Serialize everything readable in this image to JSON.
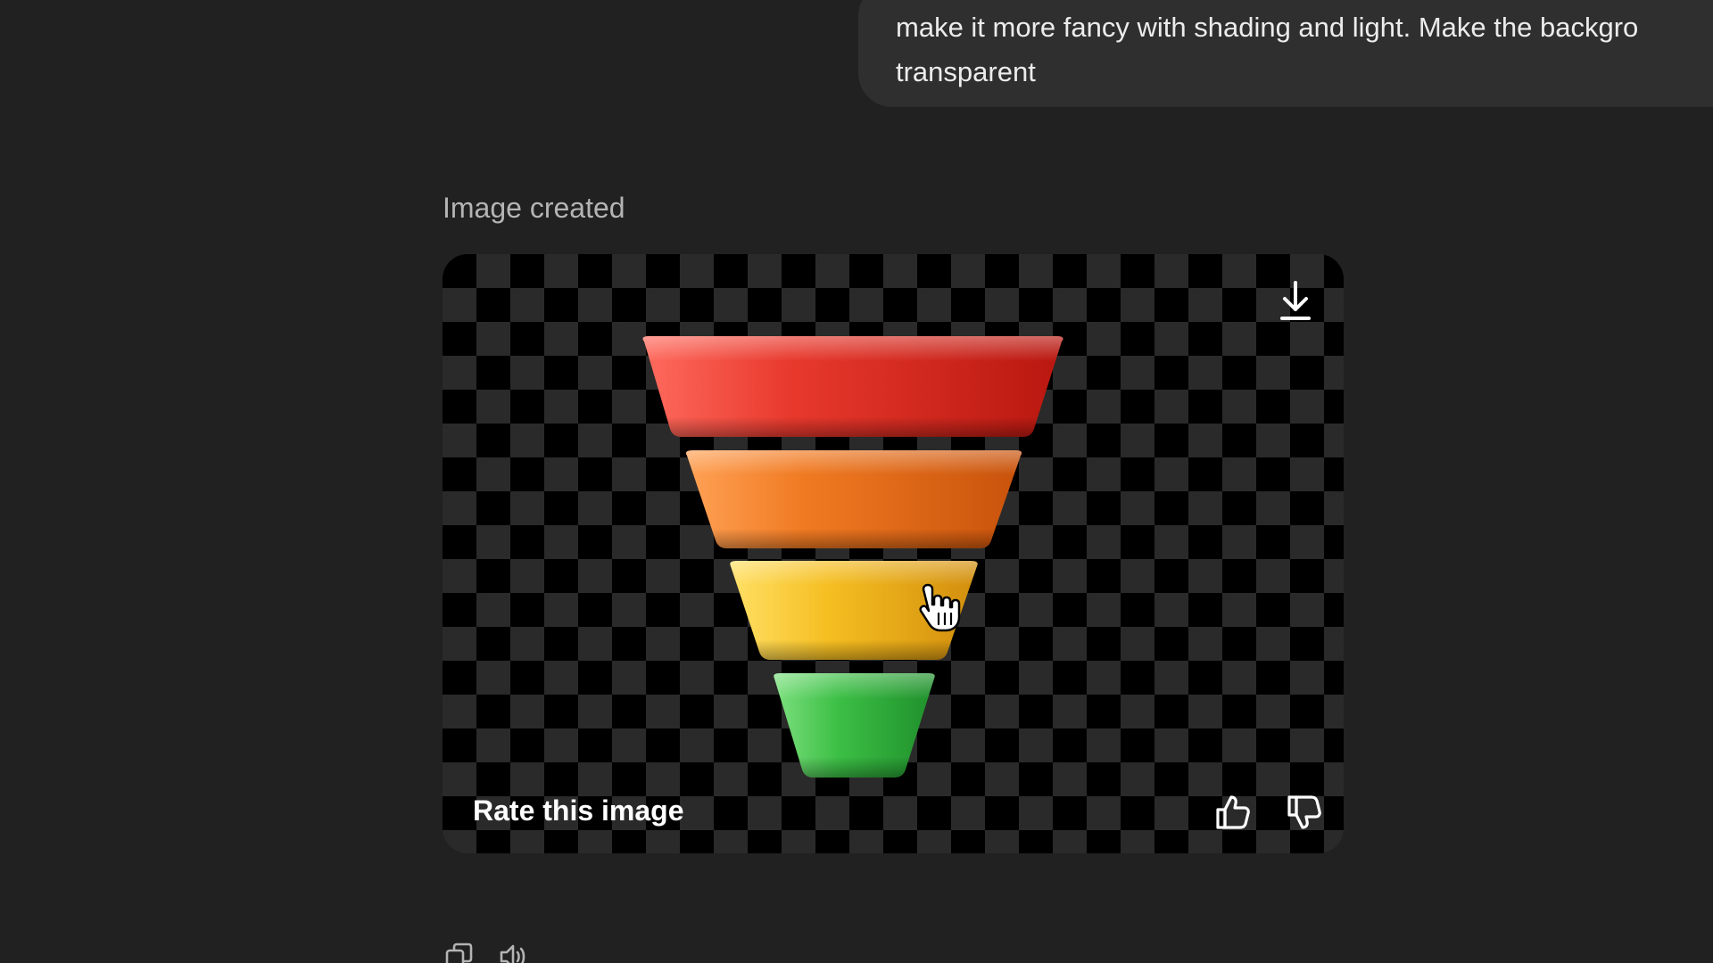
{
  "user_message": {
    "line1": "make it more fancy with shading and light. Make the backgro",
    "line2": "transparent"
  },
  "assistant": {
    "status": "Image created",
    "image_card": {
      "rate_label": "Rate this image",
      "funnel_colors": [
        "#e53a2f",
        "#ef7a22",
        "#f3bd22",
        "#3cbf45"
      ],
      "icons": {
        "download": "download-icon",
        "thumbs_up": "thumbs-up-icon",
        "thumbs_down": "thumbs-down-icon"
      }
    },
    "actions": [
      {
        "icon": "copy-icon"
      },
      {
        "icon": "speaker-icon"
      }
    ]
  }
}
